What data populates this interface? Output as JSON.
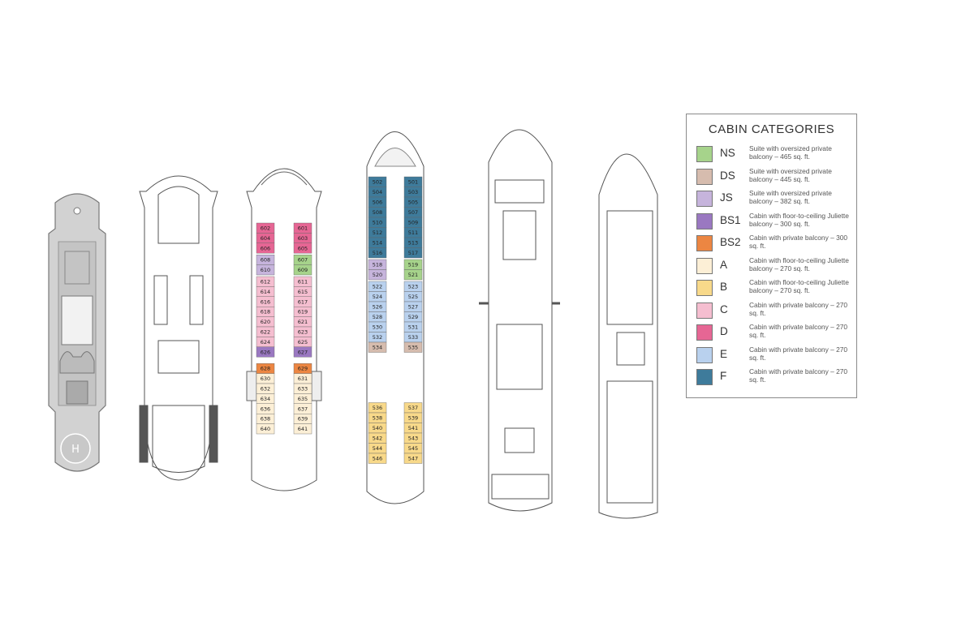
{
  "legend": {
    "title": "CABIN CATEGORIES",
    "items": [
      {
        "code": "NS",
        "color": "#a6d38b",
        "desc": "Suite with oversized private balcony – 465 sq. ft."
      },
      {
        "code": "DS",
        "color": "#d6bcae",
        "desc": "Suite with oversized private balcony – 445 sq. ft."
      },
      {
        "code": "JS",
        "color": "#c6b4dc",
        "desc": "Suite with oversized private balcony – 382 sq. ft."
      },
      {
        "code": "BS1",
        "color": "#9a78c1",
        "desc": "Cabin with floor-to-ceiling Juliette balcony – 300 sq. ft."
      },
      {
        "code": "BS2",
        "color": "#ec8642",
        "desc": "Cabin with private balcony – 300 sq. ft."
      },
      {
        "code": "A",
        "color": "#fcefd6",
        "desc": "Cabin with floor-to-ceiling Juliette balcony – 270 sq. ft."
      },
      {
        "code": "B",
        "color": "#f8d98a",
        "desc": "Cabin with floor-to-ceiling Juliette balcony – 270 sq. ft."
      },
      {
        "code": "C",
        "color": "#f5bed0",
        "desc": "Cabin with private balcony – 270 sq. ft."
      },
      {
        "code": "D",
        "color": "#e66694",
        "desc": "Cabin with private balcony – 270 sq. ft."
      },
      {
        "code": "E",
        "color": "#b9d1ee",
        "desc": "Cabin with private balcony – 270 sq. ft."
      },
      {
        "code": "F",
        "color": "#3e7b9b",
        "desc": "Cabin with private balcony – 270 sq. ft."
      }
    ]
  },
  "deck6": [
    [
      "602",
      "601",
      "D"
    ],
    [
      "604",
      "603",
      "D"
    ],
    [
      "606",
      "605",
      "D"
    ],
    [
      "608",
      "607",
      "JS|NS"
    ],
    [
      "610",
      "609",
      "JS|NS"
    ],
    [
      "612",
      "611",
      "C"
    ],
    [
      "614",
      "615",
      "C"
    ],
    [
      "616",
      "617",
      "C"
    ],
    [
      "618",
      "619",
      "C"
    ],
    [
      "620",
      "621",
      "C"
    ],
    [
      "622",
      "623",
      "C"
    ],
    [
      "624",
      "625",
      "C"
    ],
    [
      "626",
      "627",
      "BS1"
    ],
    [
      "628",
      "629",
      "BS2"
    ],
    [
      "630",
      "631",
      "A"
    ],
    [
      "632",
      "633",
      "A"
    ],
    [
      "634",
      "635",
      "A"
    ],
    [
      "636",
      "637",
      "A"
    ],
    [
      "638",
      "639",
      "A"
    ],
    [
      "640",
      "641",
      "A"
    ]
  ],
  "deck5": [
    [
      "502",
      "501",
      "F"
    ],
    [
      "504",
      "503",
      "F"
    ],
    [
      "506",
      "505",
      "F"
    ],
    [
      "508",
      "507",
      "F"
    ],
    [
      "510",
      "509",
      "F"
    ],
    [
      "512",
      "511",
      "F"
    ],
    [
      "514",
      "513",
      "F"
    ],
    [
      "516",
      "517",
      "F"
    ],
    [
      "518",
      "519",
      "JS|NS"
    ],
    [
      "520",
      "521",
      "JS|NS"
    ],
    [
      "522",
      "523",
      "E"
    ],
    [
      "524",
      "525",
      "E"
    ],
    [
      "526",
      "527",
      "E"
    ],
    [
      "528",
      "529",
      "E"
    ],
    [
      "530",
      "531",
      "E"
    ],
    [
      "532",
      "533",
      "E"
    ],
    [
      "534",
      "535",
      "DS"
    ],
    [
      "536",
      "537",
      "B"
    ],
    [
      "538",
      "539",
      "B"
    ],
    [
      "540",
      "541",
      "B"
    ],
    [
      "542",
      "543",
      "B"
    ],
    [
      "544",
      "545",
      "B"
    ],
    [
      "546",
      "547",
      "B"
    ]
  ]
}
